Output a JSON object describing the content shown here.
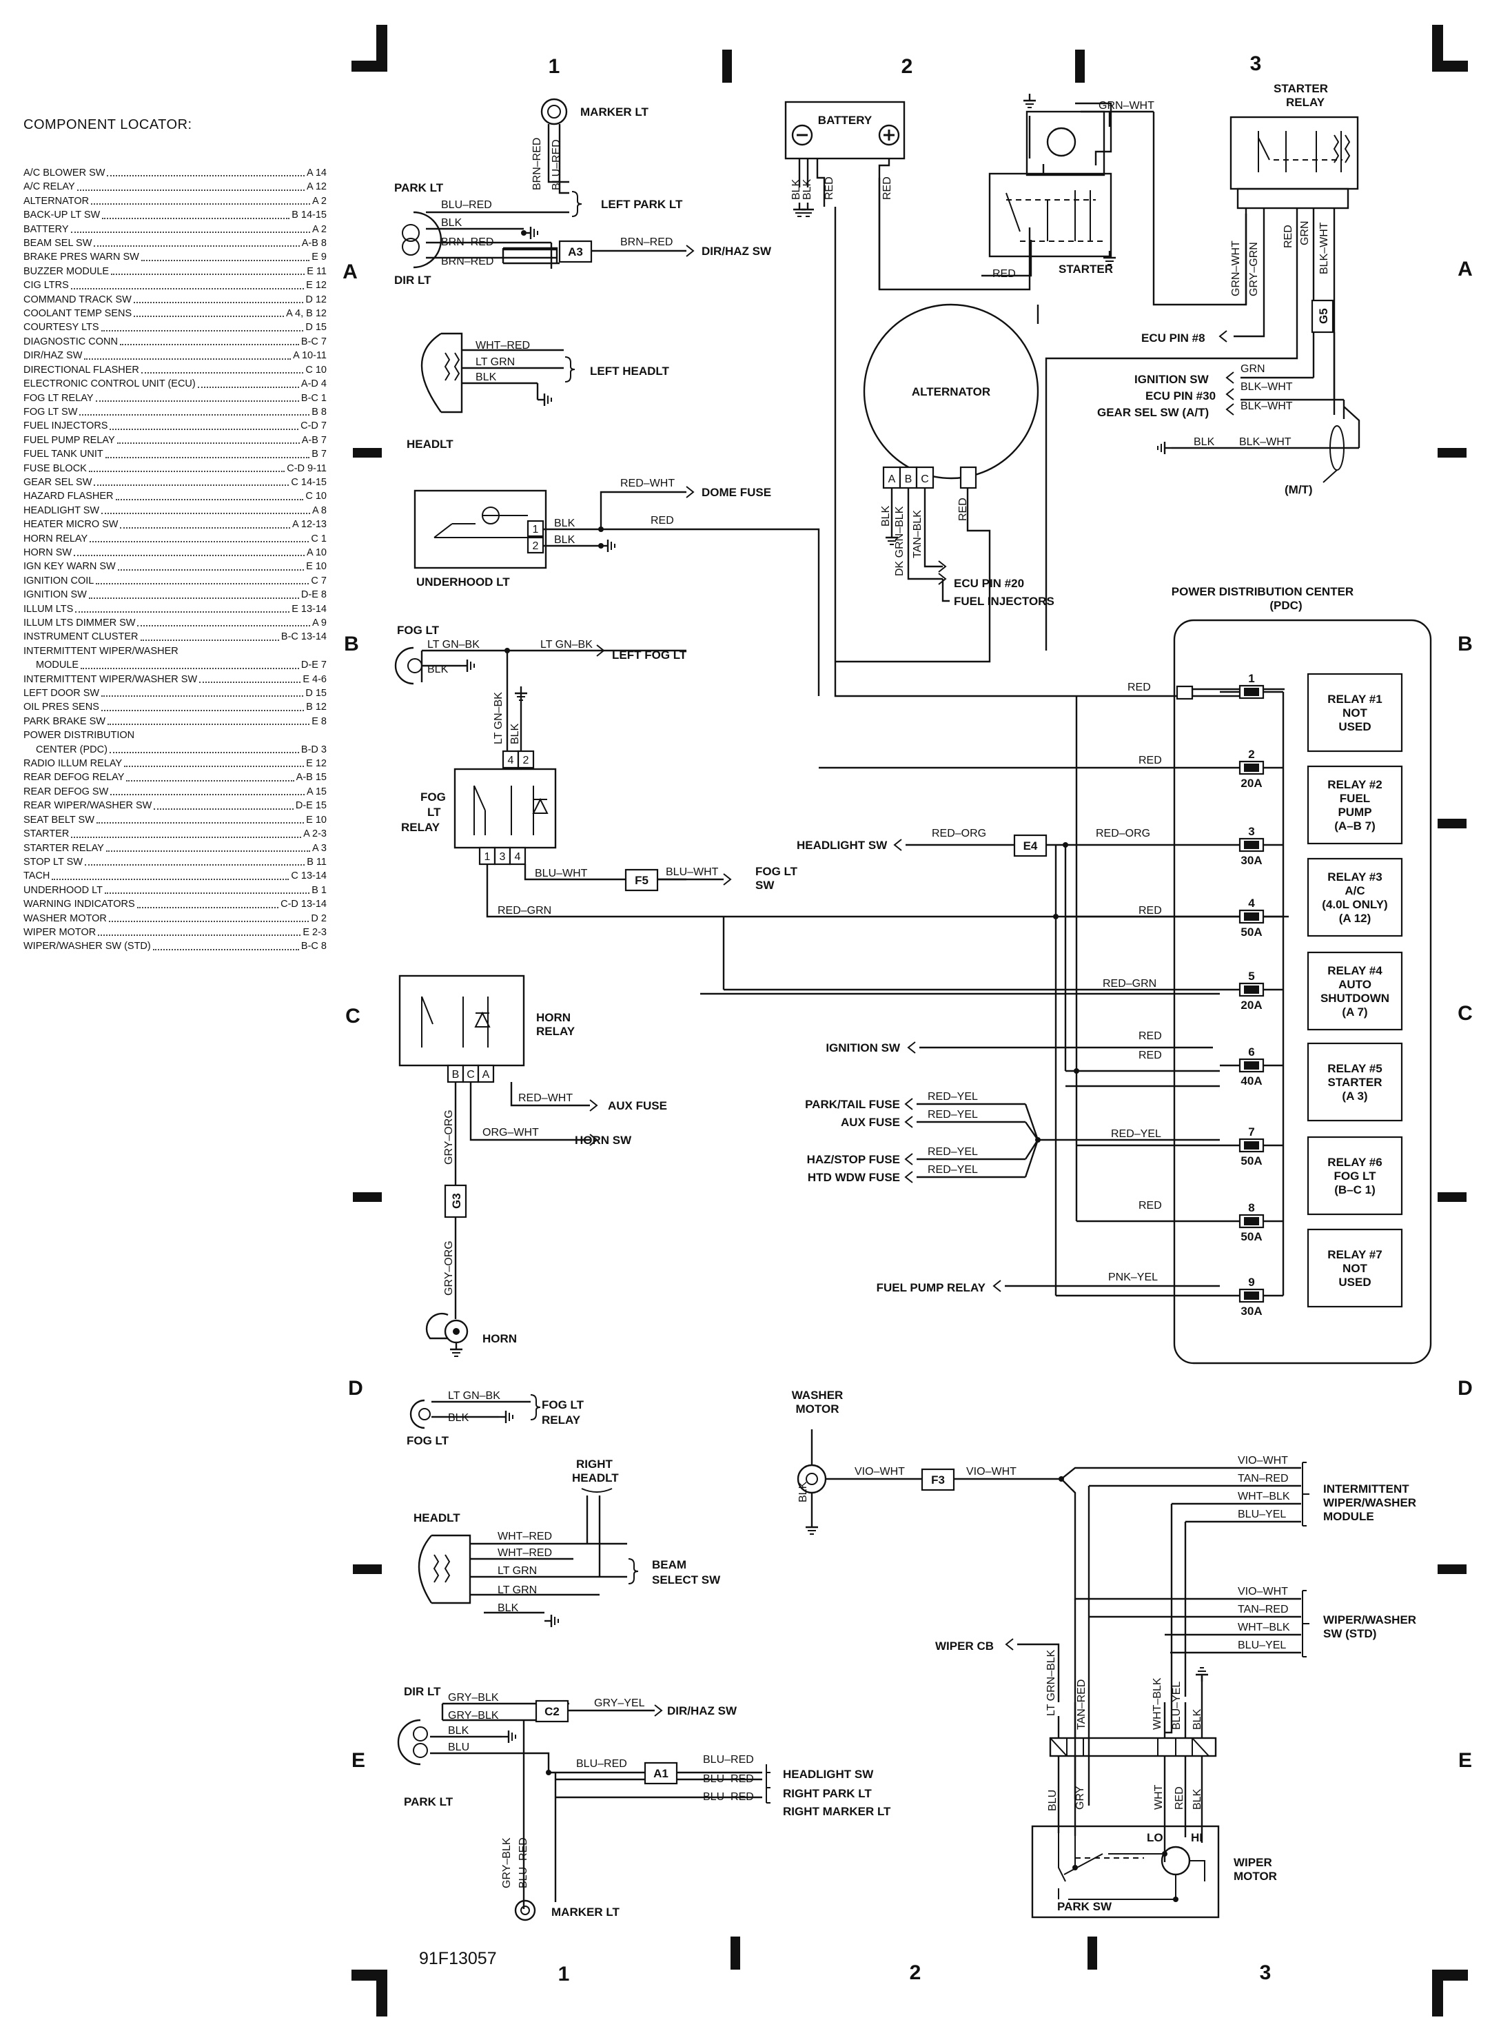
{
  "locator": {
    "title": "COMPONENT LOCATOR:",
    "items": [
      {
        "name": "A/C BLOWER SW",
        "grid": "A 14"
      },
      {
        "name": "A/C RELAY",
        "grid": "A 12"
      },
      {
        "name": "ALTERNATOR",
        "grid": "A 2"
      },
      {
        "name": "BACK-UP LT SW",
        "grid": "B 14-15"
      },
      {
        "name": "BATTERY",
        "grid": "A 2"
      },
      {
        "name": "BEAM SEL SW",
        "grid": "A-B 8"
      },
      {
        "name": "BRAKE PRES WARN SW",
        "grid": "E 9"
      },
      {
        "name": "BUZZER MODULE",
        "grid": "E 11"
      },
      {
        "name": "CIG LTRS",
        "grid": "E 12"
      },
      {
        "name": "COMMAND TRACK SW",
        "grid": "D 12"
      },
      {
        "name": "COOLANT TEMP SENS",
        "grid": "A 4, B 12"
      },
      {
        "name": "COURTESY LTS",
        "grid": "D 15"
      },
      {
        "name": "DIAGNOSTIC CONN",
        "grid": "B-C 7"
      },
      {
        "name": "DIR/HAZ SW",
        "grid": "A 10-11"
      },
      {
        "name": "DIRECTIONAL FLASHER",
        "grid": "C 10"
      },
      {
        "name": "ELECTRONIC CONTROL UNIT (ECU)",
        "grid": "A-D 4"
      },
      {
        "name": "FOG LT RELAY",
        "grid": "B-C 1"
      },
      {
        "name": "FOG LT SW",
        "grid": "B 8"
      },
      {
        "name": "FUEL INJECTORS",
        "grid": "C-D 7"
      },
      {
        "name": "FUEL PUMP RELAY",
        "grid": "A-B 7"
      },
      {
        "name": "FUEL TANK UNIT",
        "grid": "B 7"
      },
      {
        "name": "FUSE BLOCK",
        "grid": "C-D 9-11"
      },
      {
        "name": "GEAR SEL SW",
        "grid": "C 14-15"
      },
      {
        "name": "HAZARD FLASHER",
        "grid": "C 10"
      },
      {
        "name": "HEADLIGHT SW",
        "grid": "A 8"
      },
      {
        "name": "HEATER MICRO SW",
        "grid": "A 12-13"
      },
      {
        "name": "HORN RELAY",
        "grid": "C 1"
      },
      {
        "name": "HORN SW",
        "grid": "A 10"
      },
      {
        "name": "IGN KEY WARN SW",
        "grid": "E 10"
      },
      {
        "name": "IGNITION COIL",
        "grid": "C 7"
      },
      {
        "name": "IGNITION SW",
        "grid": "D-E 8"
      },
      {
        "name": "ILLUM LTS",
        "grid": "E 13-14"
      },
      {
        "name": "ILLUM LTS DIMMER SW",
        "grid": "A 9"
      },
      {
        "name": "INSTRUMENT CLUSTER",
        "grid": "B-C 13-14"
      },
      {
        "name": "INTERMITTENT WIPER/WASHER",
        "grid": ""
      },
      {
        "name": "MODULE",
        "grid": "D-E 7"
      },
      {
        "name": "INTERMITTENT WIPER/WASHER SW",
        "grid": "E 4-6"
      },
      {
        "name": "LEFT DOOR SW",
        "grid": "D 15"
      },
      {
        "name": "OIL PRES SENS",
        "grid": "B 12"
      },
      {
        "name": "PARK BRAKE SW",
        "grid": "E 8"
      },
      {
        "name": "POWER DISTRIBUTION",
        "grid": ""
      },
      {
        "name": "CENTER (PDC)",
        "grid": "B-D 3"
      },
      {
        "name": "RADIO ILLUM RELAY",
        "grid": "E 12"
      },
      {
        "name": "REAR DEFOG RELAY",
        "grid": "A-B 15"
      },
      {
        "name": "REAR DEFOG SW",
        "grid": "A 15"
      },
      {
        "name": "REAR WIPER/WASHER SW",
        "grid": "D-E 15"
      },
      {
        "name": "SEAT BELT SW",
        "grid": "E 10"
      },
      {
        "name": "STARTER",
        "grid": "A 2-3"
      },
      {
        "name": "STARTER RELAY",
        "grid": "A 3"
      },
      {
        "name": "STOP LT SW",
        "grid": "B 11"
      },
      {
        "name": "TACH",
        "grid": "C 13-14"
      },
      {
        "name": "UNDERHOOD LT",
        "grid": "B 1"
      },
      {
        "name": "WARNING INDICATORS",
        "grid": "C-D 13-14"
      },
      {
        "name": "WASHER MOTOR",
        "grid": "D 2"
      },
      {
        "name": "WIPER MOTOR",
        "grid": "E 2-3"
      },
      {
        "name": "WIPER/WASHER SW (STD)",
        "grid": "B-C 8"
      }
    ]
  },
  "grid": {
    "columns": [
      "1",
      "2",
      "3"
    ],
    "rows": [
      "A",
      "B",
      "C",
      "D",
      "E"
    ],
    "figure_id": "91F13057"
  },
  "components": {
    "marker_lt": "MARKER LT",
    "park_lt": "PARK LT",
    "dir_lt": "DIR LT",
    "left_park_lt": "LEFT PARK LT",
    "dir_haz_sw": "DIR/HAZ SW",
    "headlt": "HEADLT",
    "left_headlt": "LEFT HEADLT",
    "dome_fuse": "DOME FUSE",
    "underhood_lt": "UNDERHOOD LT",
    "fog_lt": "FOG LT",
    "left_fog_lt": "LEFT FOG LT",
    "fog_lt_relay": [
      "FOG",
      "LT",
      "RELAY"
    ],
    "fog_lt_sw": [
      "FOG LT",
      "SW"
    ],
    "headlight_sw": "HEADLIGHT SW",
    "horn_relay": [
      "HORN",
      "RELAY"
    ],
    "aux_fuse": "AUX FUSE",
    "horn_sw": "HORN SW",
    "horn": "HORN",
    "fog_lt_relay_ref": [
      "FOG LT",
      "RELAY"
    ],
    "right_headlt": [
      "RIGHT",
      "HEADLT"
    ],
    "beam_select_sw": [
      "BEAM",
      "SELECT SW"
    ],
    "headlight_sw_e": "HEADLIGHT SW",
    "right_park_lt": "RIGHT PARK LT",
    "right_marker_lt": "RIGHT MARKER LT",
    "battery": "BATTERY",
    "starter": "STARTER",
    "starter_relay": [
      "STARTER",
      "RELAY"
    ],
    "alternator": "ALTERNATOR",
    "ecu_pin_8": "ECU PIN #8",
    "ignition_sw": "IGNITION SW",
    "ecu_pin_30": "ECU PIN #30",
    "gear_sel_sw": "GEAR SEL SW (A/T)",
    "mt": "(M/T)",
    "ecu_pin_20": "ECU PIN #20",
    "fuel_injectors": "FUEL INJECTORS",
    "pdc": [
      "POWER DISTRIBUTION CENTER",
      "(PDC)"
    ],
    "ignition_sw_pdc": "IGNITION SW",
    "park_tail_fuse": "PARK/TAIL FUSE",
    "aux_fuse_pdc": "AUX FUSE",
    "haz_stop_fuse": "HAZ/STOP FUSE",
    "htd_wdw_fuse": "HTD WDW FUSE",
    "fuel_pump_relay": "FUEL PUMP RELAY",
    "washer_motor": [
      "WASHER",
      "MOTOR"
    ],
    "int_wiper_module": [
      "INTERMITTENT",
      "WIPER/WASHER",
      "MODULE"
    ],
    "wiper_washer_sw": [
      "WIPER/WASHER",
      "SW (STD)"
    ],
    "wiper_cb": "WIPER CB",
    "wiper_motor": [
      "WIPER",
      "MOTOR"
    ],
    "park_sw": "PARK SW",
    "lo": "LO",
    "hi": "HI"
  },
  "connectors": [
    "A3",
    "E4",
    "F5",
    "G3",
    "G5",
    "C2",
    "A1",
    "F3"
  ],
  "pdc": {
    "fuses": [
      {
        "num": "1",
        "amp": ""
      },
      {
        "num": "2",
        "amp": "20A"
      },
      {
        "num": "3",
        "amp": "30A"
      },
      {
        "num": "4",
        "amp": "50A"
      },
      {
        "num": "5",
        "amp": "20A"
      },
      {
        "num": "6",
        "amp": "40A"
      },
      {
        "num": "7",
        "amp": "50A"
      },
      {
        "num": "8",
        "amp": "50A"
      },
      {
        "num": "9",
        "amp": "30A"
      }
    ],
    "relays": [
      [
        "RELAY #1",
        "NOT",
        "USED"
      ],
      [
        "RELAY #2",
        "FUEL",
        "PUMP",
        "(A–B 7)"
      ],
      [
        "RELAY #3",
        "A/C",
        "(4.0L ONLY)",
        "(A 12)"
      ],
      [
        "RELAY #4",
        "AUTO",
        "SHUTDOWN",
        "(A 7)"
      ],
      [
        "RELAY #5",
        "STARTER",
        "(A 3)"
      ],
      [
        "RELAY #6",
        "FOG LT",
        "(B–C 1)"
      ],
      [
        "RELAY #7",
        "NOT",
        "USED"
      ]
    ]
  },
  "wires": {
    "brn_red": "BRN–RED",
    "blu_red": "BLU–RED",
    "blk": "BLK",
    "grn_wht": "GRN–WHT",
    "red": "RED",
    "wht_red": "WHT–RED",
    "lt_grn": "LT GRN",
    "red_wht": "RED–WHT",
    "lt_gn_bk": "LT GN–BK",
    "blu_wht": "BLU–WHT",
    "red_grn": "RED–GRN",
    "red_org": "RED–ORG",
    "gry_org": "GRY–ORG",
    "org_wht": "ORG–WHT",
    "gry_blk": "GRY–BLK",
    "gry_yel": "GRY–YEL",
    "blu": "BLU",
    "grn": "GRN",
    "blk_wht": "BLK–WHT",
    "gry_grn": "GRY–GRN",
    "dk_grn_blk": "DK GRN–BLK",
    "tan_blk": "TAN–BLK",
    "red_yel": "RED–YEL",
    "pnk_yel": "PNK–YEL",
    "vio_wht": "VIO–WHT",
    "tan_red": "TAN–RED",
    "wht_blk": "WHT–BLK",
    "blu_yel": "BLU–YEL",
    "lt_grn_blk": "LT GRN–BLK",
    "gry": "GRY",
    "wht": "WHT"
  },
  "terminals": {
    "alt": [
      "A",
      "B",
      "C"
    ],
    "underhood": [
      "1",
      "2"
    ],
    "fog_top": [
      "4",
      "2"
    ],
    "fog_bot": [
      "1",
      "3",
      "4"
    ],
    "horn": [
      "B",
      "C",
      "A"
    ]
  }
}
